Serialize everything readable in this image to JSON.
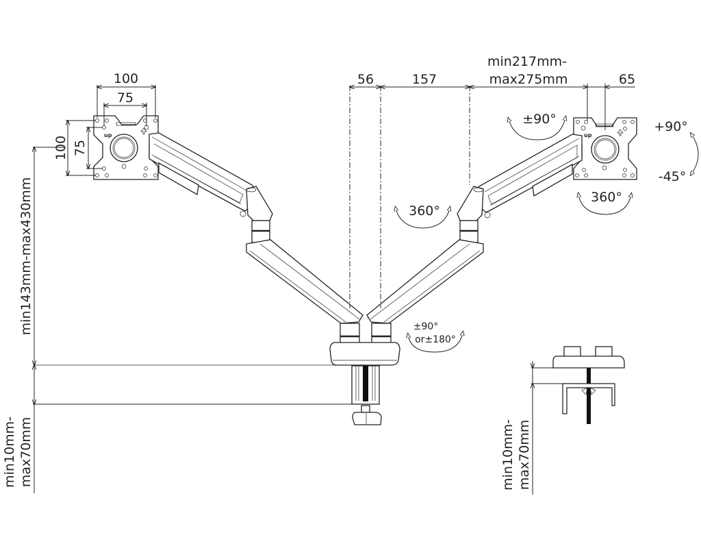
{
  "diagram": {
    "title": "Dual monitor arm dimension drawing",
    "vesa_left": {
      "width_outer": "100",
      "width_inner": "75",
      "height_outer": "100",
      "height_inner": "75",
      "up_mark": "up"
    },
    "vesa_right": {
      "up_mark": "up"
    },
    "top_dimensions": {
      "d1": "56",
      "d2": "157",
      "d3_line1": "min217mm-",
      "d3_line2": "max275mm",
      "d4": "65"
    },
    "rotations": {
      "tilt_side": "±90°",
      "tilt_up": "+90°",
      "tilt_down": "-45°",
      "vesa_rotate": "360°",
      "elbow_rotate": "360°",
      "base_line1": "±90°",
      "base_line2": "or±180°"
    },
    "height_range": "min143mm-max430mm",
    "clamp_range_left": {
      "line1": "min10mm-",
      "line2": "max70mm"
    },
    "clamp_range_right": {
      "line1": "min10mm-",
      "line2": "max70mm"
    }
  }
}
